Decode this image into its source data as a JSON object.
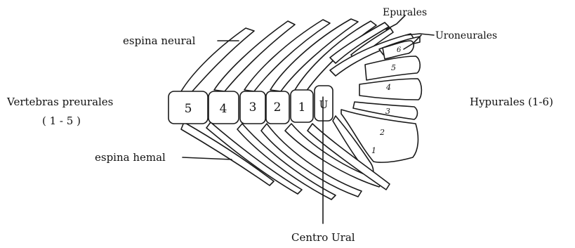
{
  "labels": {
    "espina_neural": "espina neural",
    "epurales": "Epurales",
    "uroneurales": "Uroneurales",
    "vertebras_line1": "Vertebras preurales",
    "vertebras_line2": "( 1 - 5 )",
    "hypurales": "Hypurales (1-6)",
    "espina_hemal": "espina hemal",
    "centro_ural": "Centro Ural"
  },
  "vertebrae": [
    "5",
    "4",
    "3",
    "2",
    "1",
    "U"
  ],
  "hypural_numbers": [
    "6",
    "5",
    "4",
    "3",
    "2",
    "1"
  ]
}
